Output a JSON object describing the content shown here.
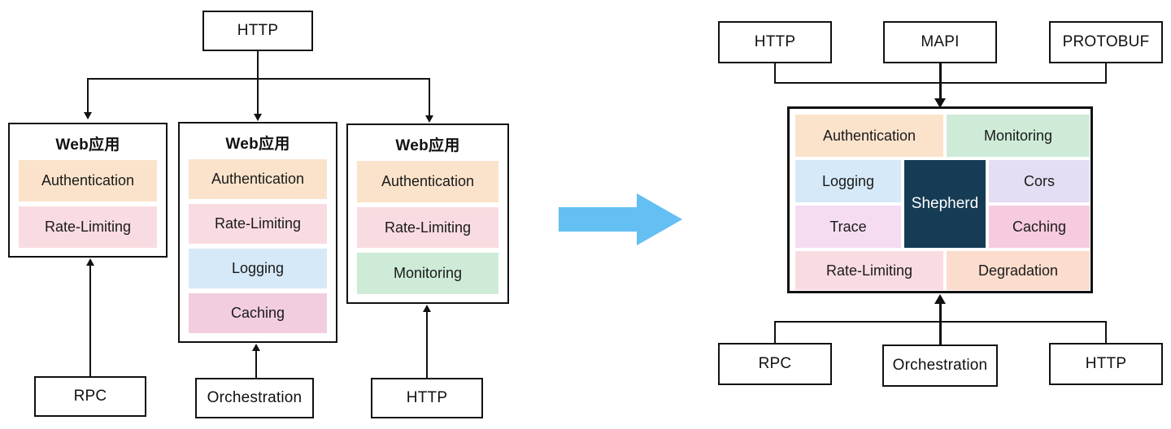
{
  "diagram": {
    "title": "Shepherd gateway consolidation diagram",
    "colors": {
      "stroke": "#111111",
      "authentication": "#FBE3CB",
      "rate_limiting": "#F9DCE1",
      "logging": "#D6E9F8",
      "caching_left": "#F2CDE0",
      "monitoring": "#CEEBD7",
      "trace": "#F5DCF1",
      "cors": "#E4DDF3",
      "caching_right": "#F6CADF",
      "degradation": "#FCDCCC",
      "shepherd_core": "#163C55",
      "transition_arrow": "#64BFF2"
    }
  },
  "left": {
    "top_source": {
      "label": "HTTP"
    },
    "apps": [
      {
        "title": "Web应用",
        "middlewares": [
          {
            "label": "Authentication",
            "color": "#FBE3CB"
          },
          {
            "label": "Rate-Limiting",
            "color": "#F9DCE1"
          }
        ],
        "backend": {
          "label": "RPC"
        }
      },
      {
        "title": "Web应用",
        "middlewares": [
          {
            "label": "Authentication",
            "color": "#FBE3CB"
          },
          {
            "label": "Rate-Limiting",
            "color": "#F9DCE1"
          },
          {
            "label": "Logging",
            "color": "#D6E9F8"
          },
          {
            "label": "Caching",
            "color": "#F2CDE0"
          }
        ],
        "backend": {
          "label": "Orchestration"
        }
      },
      {
        "title": "Web应用",
        "middlewares": [
          {
            "label": "Authentication",
            "color": "#FBE3CB"
          },
          {
            "label": "Rate-Limiting",
            "color": "#F9DCE1"
          },
          {
            "label": "Monitoring",
            "color": "#CEEBD7"
          }
        ],
        "backend": {
          "label": "HTTP"
        }
      }
    ]
  },
  "transition": {
    "icon": "right-arrow-icon",
    "color": "#64BFF2"
  },
  "right": {
    "top_sources": [
      {
        "label": "HTTP"
      },
      {
        "label": "MAPI"
      },
      {
        "label": "PROTOBUF"
      }
    ],
    "gateway": {
      "core": {
        "label": "Shepherd",
        "color": "#163C55"
      },
      "cells": [
        {
          "label": "Authentication",
          "color": "#FBE3CB"
        },
        {
          "label": "Monitoring",
          "color": "#CEEBD7"
        },
        {
          "label": "Logging",
          "color": "#D6E9F8"
        },
        {
          "label": "Cors",
          "color": "#E4DDF3"
        },
        {
          "label": "Trace",
          "color": "#F5DCF1"
        },
        {
          "label": "Caching",
          "color": "#F6CADF"
        },
        {
          "label": "Rate-Limiting",
          "color": "#F9DCE1"
        },
        {
          "label": "Degradation",
          "color": "#FCDCCC"
        }
      ]
    },
    "backends": [
      {
        "label": "RPC"
      },
      {
        "label": "Orchestration"
      },
      {
        "label": "HTTP"
      }
    ]
  }
}
